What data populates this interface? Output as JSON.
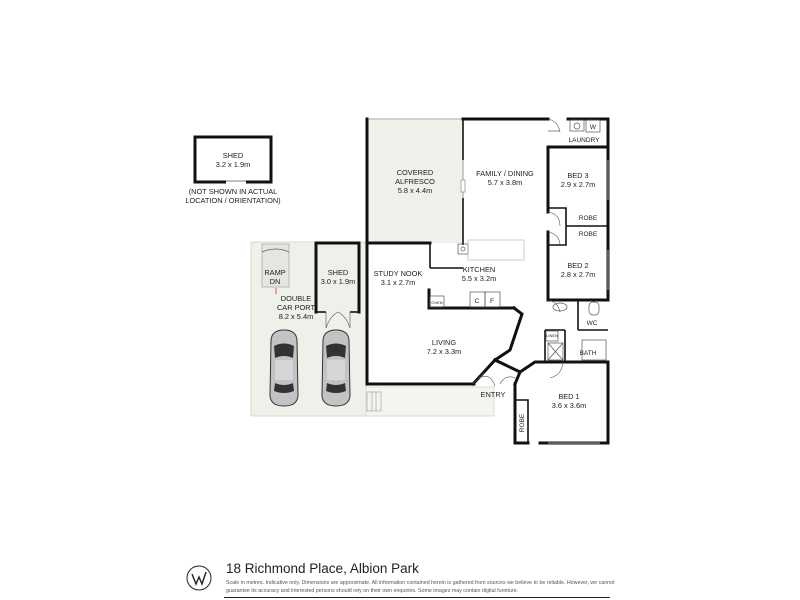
{
  "rooms": {
    "shed_detached": {
      "name": "SHED",
      "size": "3.2 x 1.9m"
    },
    "shed_note": [
      "(NOT SHOWN IN ACTUAL",
      "LOCATION / ORIENTATION)"
    ],
    "covered_alfresco": {
      "name_line1": "COVERED",
      "name_line2": "ALFRESCO",
      "size": "5.8 x 4.4m"
    },
    "family_dining": {
      "name": "FAMILY / DINING",
      "size": "5.7 x 3.8m"
    },
    "laundry": {
      "name": "LAUNDRY",
      "w": "W"
    },
    "bed3": {
      "name": "BED 3",
      "size": "2.9 x 2.7m"
    },
    "robe_bed3": {
      "name": "ROBE"
    },
    "robe_bed2": {
      "name": "ROBE"
    },
    "bed2": {
      "name": "BED 2",
      "size": "2.8 x 2.7m"
    },
    "ramp": {
      "line1": "RAMP",
      "line2": "DN"
    },
    "shed_carport": {
      "name": "SHED",
      "size": "3.0 x 1.9m"
    },
    "carport": {
      "line1": "DOUBLE",
      "line2": "CAR PORT",
      "size": "8.2 x 5.4m"
    },
    "study_nook": {
      "name": "STUDY NOOK",
      "size": "3.1 x 2.7m"
    },
    "kitchen": {
      "name": "KITCHEN",
      "size": "5.5 x 3.2m",
      "oven": "OVEN",
      "c": "C",
      "f": "F"
    },
    "wc": {
      "name": "WC"
    },
    "linen": {
      "name": "LINEN"
    },
    "bath": {
      "name": "BATH"
    },
    "living": {
      "name": "LIVING",
      "size": "7.2 x 3.3m"
    },
    "entry": {
      "name": "ENTRY"
    },
    "bed1": {
      "name": "BED 1",
      "size": "3.6 x 3.6m"
    },
    "robe_bed1": {
      "name": "ROBE"
    }
  },
  "footer": {
    "address": "18 Richmond Place, Albion Park",
    "note": "Scale in metres. Indicative only. Dimensions are approximate. All information contained herein is gathered from sources we believe to be reliable. However, we cannot guarantee its accuracy and interested persons should rely on their own enquiries. Some images may contain digital furniture."
  },
  "colors": {
    "wall": "#111111",
    "carport_fill": "#eef0ea",
    "alfresco_fill": "#eef0ea",
    "car_body": "#bcbcbc"
  }
}
